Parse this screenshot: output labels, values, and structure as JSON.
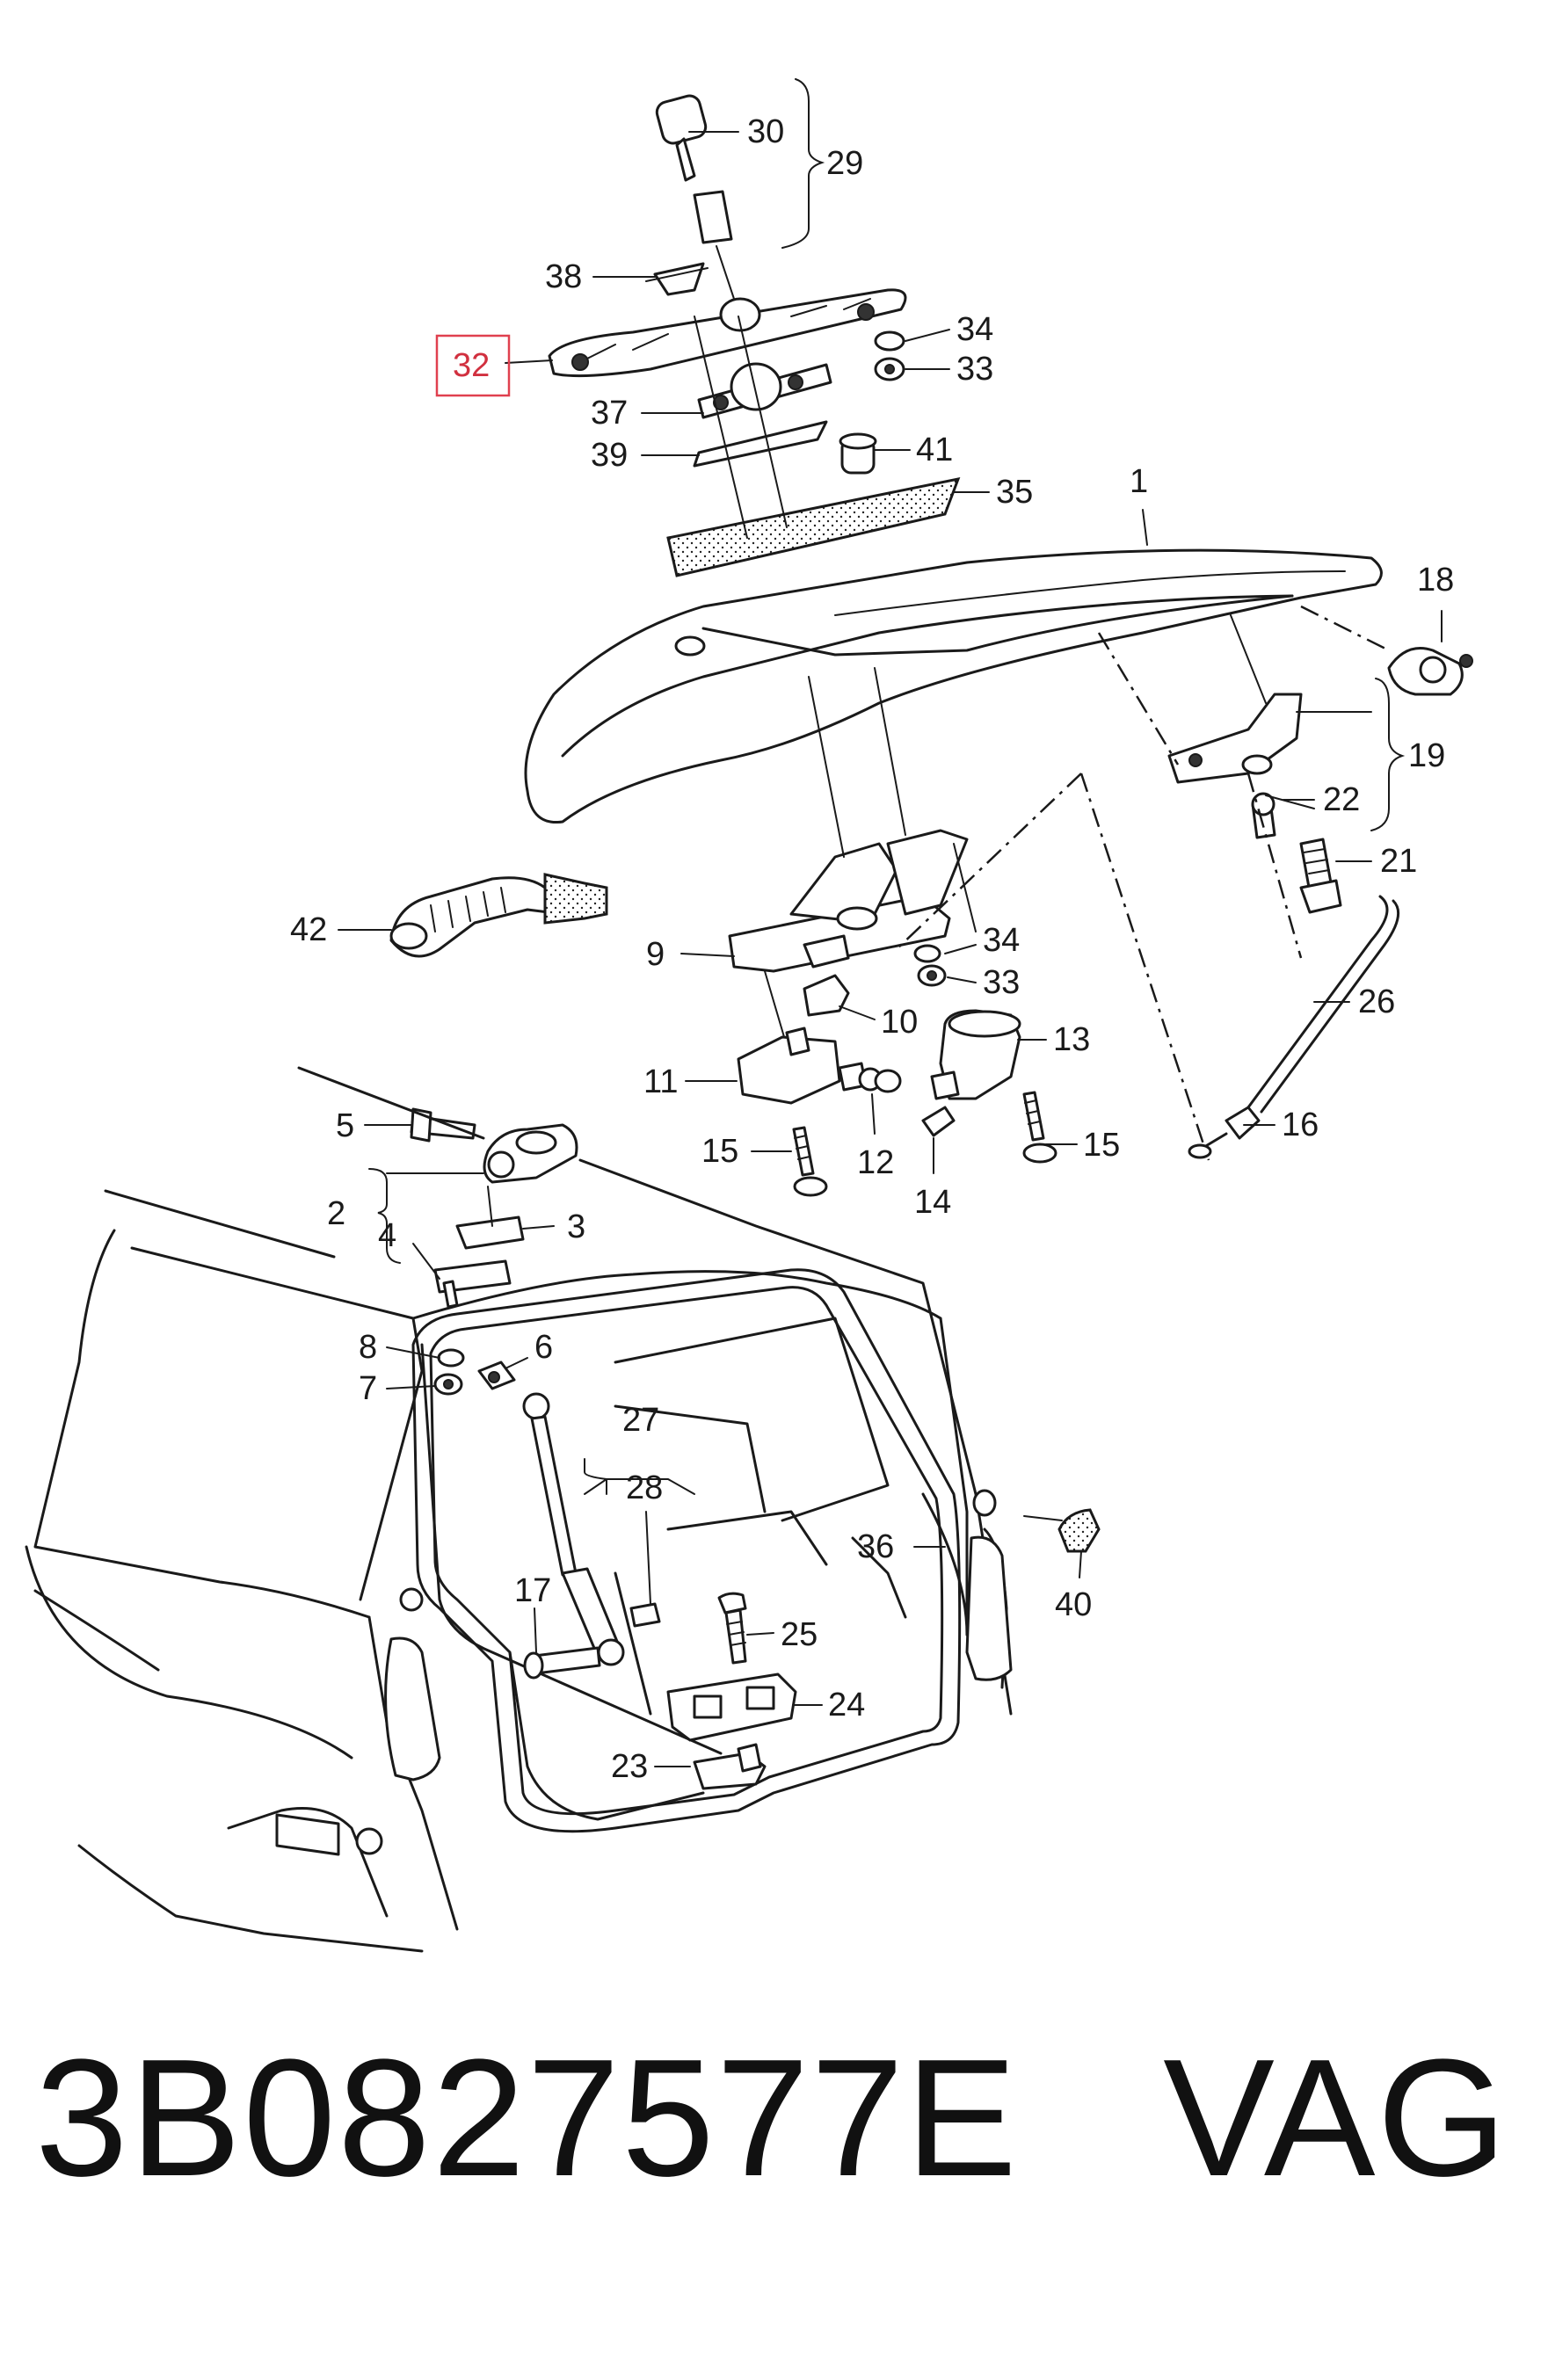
{
  "diagram": {
    "callouts": {
      "c1": "1",
      "c2": "2",
      "c3": "3",
      "c4": "4",
      "c5": "5",
      "c6": "6",
      "c7": "7",
      "c8": "8",
      "c9": "9",
      "c10": "10",
      "c11": "11",
      "c12": "12",
      "c13": "13",
      "c14": "14",
      "c15a": "15",
      "c15b": "15",
      "c16": "16",
      "c17": "17",
      "c18": "18",
      "c19": "19",
      "c21": "21",
      "c22": "22",
      "c23": "23",
      "c24": "24",
      "c25": "25",
      "c26": "26",
      "c27": "27",
      "c28": "28",
      "c29": "29",
      "c30": "30",
      "c32": "32",
      "c33a": "33",
      "c33b": "33",
      "c34a": "34",
      "c34b": "34",
      "c35": "35",
      "c36": "36",
      "c37": "37",
      "c38": "38",
      "c39": "39",
      "c40": "40",
      "c41": "41",
      "c42": "42"
    },
    "highlighted_callout": "32",
    "highlight_color": "#e0404f"
  },
  "footer": {
    "part_number": "3B0827577E",
    "brand": "VAG"
  }
}
